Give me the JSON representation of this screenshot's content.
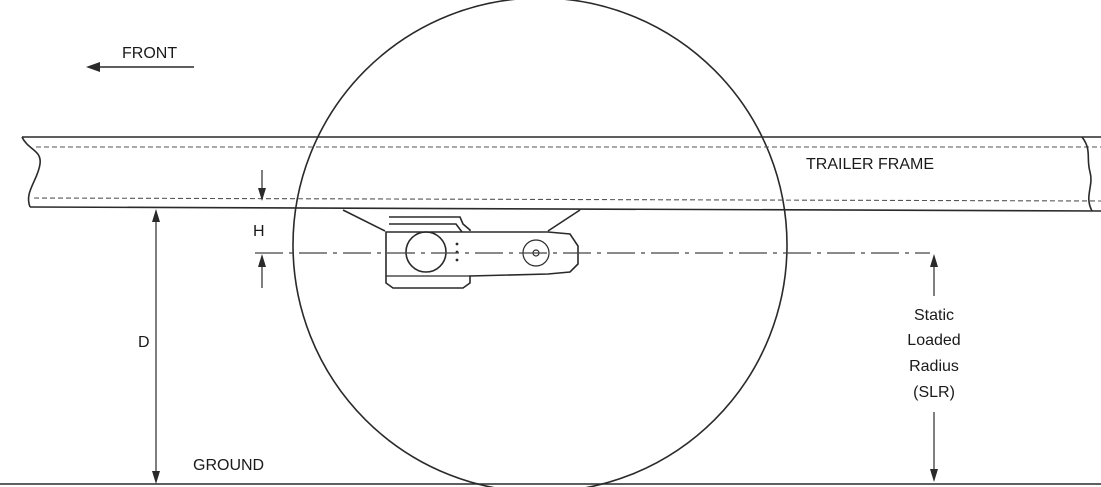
{
  "labels": {
    "front": "FRONT",
    "trailer_frame": "TRAILER FRAME",
    "h": "H",
    "d": "D",
    "ground": "GROUND",
    "slr": [
      "Static",
      "Loaded",
      "Radius",
      "(SLR)"
    ]
  }
}
